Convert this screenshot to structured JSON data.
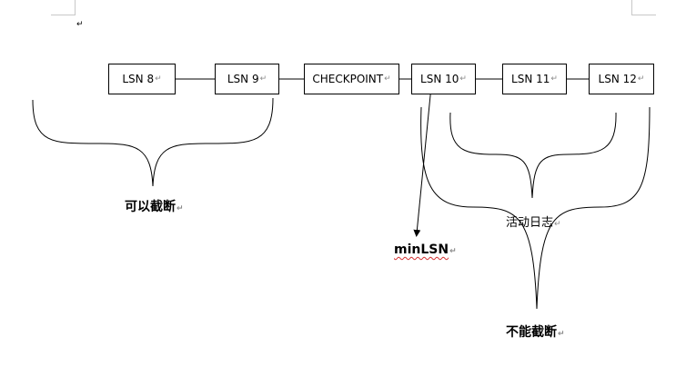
{
  "paragraph_mark": "↵",
  "boxes": [
    {
      "id": "lsn8",
      "label": "LSN 8"
    },
    {
      "id": "lsn9",
      "label": "LSN 9"
    },
    {
      "id": "checkpoint",
      "label": "CHECKPOINT"
    },
    {
      "id": "lsn10",
      "label": "LSN 10"
    },
    {
      "id": "lsn11",
      "label": "LSN 11"
    },
    {
      "id": "lsn12",
      "label": "LSN 12"
    }
  ],
  "labels": {
    "can_truncate": "可以截断",
    "min_lsn": "minLSN",
    "active_log": "活动日志",
    "cannot_truncate": "不能截断"
  }
}
